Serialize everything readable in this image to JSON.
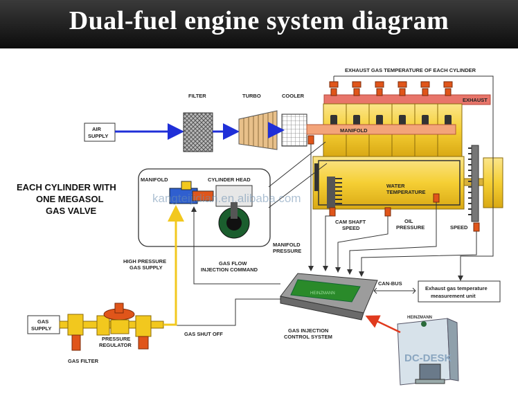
{
  "header": {
    "title": "Dual-fuel engine system diagram"
  },
  "labels": {
    "exhaust_temp": "EXHAUST GAS TEMPERATURE OF EACH CYLINDER",
    "filter": "FILTER",
    "turbo": "TURBO",
    "cooler": "COOLER",
    "exhaust": "EXHAUST",
    "air_supply_1": "AIR",
    "air_supply_2": "SUPPLY",
    "manifold_main": "MANIFOLD",
    "water_temp_1": "WATER",
    "water_temp_2": "TEMPERATURE",
    "cam_shaft_1": "CAM SHAFT",
    "cam_shaft_2": "SPEED",
    "oil_pressure_1": "OIL",
    "oil_pressure_2": "PRESSURE",
    "speed": "SPEED",
    "each_cyl_1": "EACH CYLINDER WITH",
    "each_cyl_2": "ONE MEGASOL",
    "each_cyl_3": "GAS VALVE",
    "inset_manifold": "MANIFOLD",
    "cylinder_head": "CYLINDER HEAD",
    "manifold_pressure_1": "MANIFOLD",
    "manifold_pressure_2": "PRESSURE",
    "high_pressure_1": "HIGH PRESSURE",
    "high_pressure_2": "GAS SUPPLY",
    "gas_flow_1": "GAS FLOW",
    "gas_flow_2": "INJECTION COMMAND",
    "can_bus": "CAN-BUS",
    "exhaust_unit_1": "Exhaust gas temperature",
    "exhaust_unit_2": "measurement unit",
    "gas_supply_1": "GAS",
    "gas_supply_2": "SUPPLY",
    "pressure_reg_1": "PRESSURE",
    "pressure_reg_2": "REGULATOR",
    "gas_shut_off": "GAS SHUT OFF",
    "gas_injection_1": "GAS INJECTION",
    "gas_injection_2": "CONTROL SYSTEM",
    "gas_filter": "GAS FILTER",
    "heinzmann": "HEINZMANN",
    "dc_desk": "DC-DESK",
    "watermark": "kangteijidian.en.alibaba.com"
  },
  "colors": {
    "air_line": "#1f2fd8",
    "gas_line": "#f2c81e",
    "engine_yellow": "#f7d23e",
    "exhaust_red": "#e8756a",
    "sensor_orange": "#e0551a",
    "arrow_red": "#e03a1e"
  }
}
